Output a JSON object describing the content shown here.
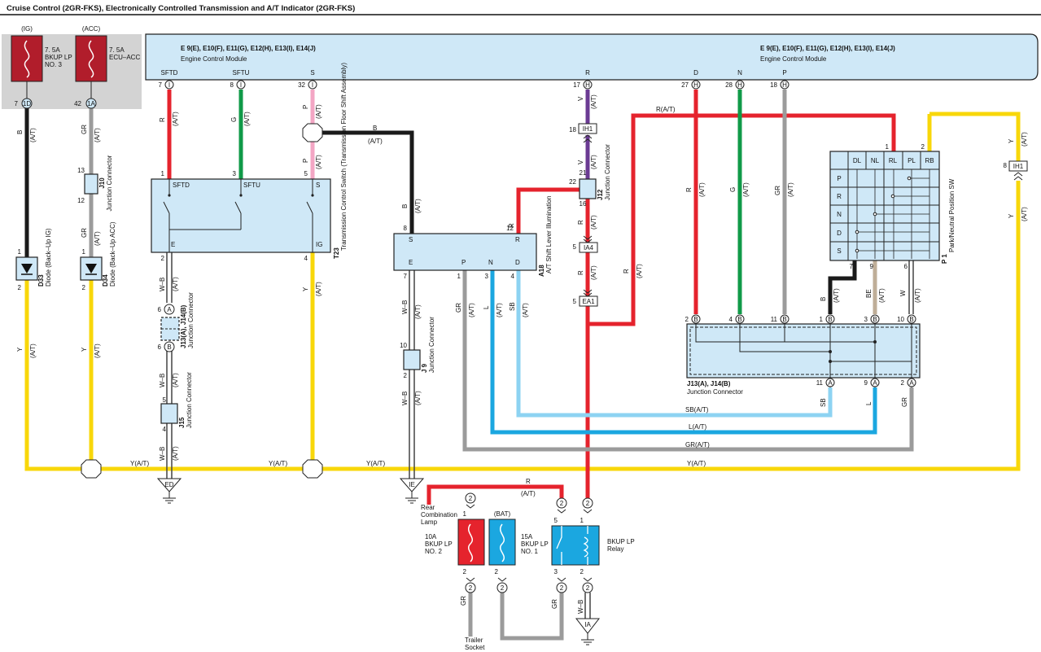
{
  "title": "Cruise Control (2GR-FKS), Electronically Controlled Transmission and A/T Indicator (2GR-FKS)",
  "colors": {
    "component_fill": "#cfe8f7",
    "fuse_red": "#b11d2b",
    "wire_black": "#1a1a1a",
    "wire_red": "#e5232d",
    "wire_green": "#109a48",
    "wire_pink": "#f3a6c4",
    "wire_yellow": "#f8d70a",
    "wire_gray": "#9b9b9b",
    "wire_violet": "#6b3b93",
    "wire_blue": "#1ba7e0",
    "wire_skyblue": "#8dd3f2",
    "wire_tan": "#bfae98"
  },
  "ecm": {
    "codes_left": "E 9(E), E10(F), E11(G), E12(H), E13(I), E14(J)",
    "name_left": "Engine Control Module",
    "codes_right": "E 9(E), E10(F), E11(G), E12(H), E13(I), E14(J)",
    "name_right": "Engine Control Module",
    "terminals": [
      {
        "name": "SFTD",
        "pin": "7",
        "conn": "I"
      },
      {
        "name": "SFTU",
        "pin": "8",
        "conn": "I"
      },
      {
        "name": "S",
        "pin": "32",
        "conn": "I"
      },
      {
        "name": "R",
        "pin": "17",
        "conn": "H"
      },
      {
        "name": "D",
        "pin": "27",
        "conn": "H"
      },
      {
        "name": "N",
        "pin": "28",
        "conn": "H"
      },
      {
        "name": "P",
        "pin": "18",
        "conn": "H"
      }
    ]
  },
  "fuses": {
    "ig": {
      "source": "(IG)",
      "line1": "7. 5A",
      "line2": "BKUP LP",
      "line3": "NO. 3",
      "pin": "7",
      "conn": "1D"
    },
    "acc": {
      "source": "(ACC)",
      "line1": "7. 5A",
      "line2": "ECU–ACC",
      "pin": "42",
      "conn": "1A"
    },
    "bkup2": {
      "line1": "10A",
      "line2": "BKUP LP",
      "line3": "NO. 2",
      "pin_top": "1",
      "pin_bot": "2"
    },
    "bkup1": {
      "source": "(BAT)",
      "line1": "15A",
      "line2": "BKUP LP",
      "line3": "NO. 1",
      "pin_bot": "2"
    }
  },
  "wire_labels": {
    "b": "B",
    "at": "(A/T)",
    "gr": "GR",
    "y": "Y",
    "r": "R",
    "g": "G",
    "p": "P",
    "v": "V",
    "wb": "W–B",
    "l": "L",
    "sb": "SB",
    "be": "BE",
    "w": "W",
    "d": "D",
    "n": "N",
    "r_at": "R(A/T)",
    "b_at": "(A/T)",
    "y_at": "Y(A/T)",
    "sb_at": "SB(A/T)",
    "l_at": "L(A/T)",
    "gr_at": "GR(A/T)"
  },
  "j10": {
    "id": "J10",
    "name": "Junction Connector",
    "pin_top": "13",
    "pin_bot": "12"
  },
  "d33": {
    "id": "D33",
    "name": "Diode (Back–Up IG)",
    "pin_top": "1",
    "pin_bot": "2"
  },
  "d34": {
    "id": "D34",
    "name": "Diode (Back–Up ACC)",
    "pin_top": "1",
    "pin_bot": "2"
  },
  "t23": {
    "id": "T23",
    "name": "Transmission Control Switch (Transmission Floor Shift Assembly)",
    "terms": [
      "SFTD",
      "SFTU",
      "S",
      "E",
      "IG"
    ],
    "pins": [
      "1",
      "3",
      "5",
      "2",
      "4"
    ]
  },
  "j13_small": {
    "id": "J13(A), J14(B)",
    "name": "Junction Connector",
    "pin_top": "6",
    "conn_top": "A",
    "pin_bot": "6",
    "conn_bot": "B"
  },
  "j15": {
    "id": "J15",
    "name": "Junction Connector",
    "pin_top": "5",
    "pin_bot": "4"
  },
  "a18": {
    "id": "A18",
    "name": "A/T Shift Lever Illumination",
    "terms": [
      "S",
      "R",
      "E",
      "P",
      "N",
      "D"
    ],
    "pins": [
      "8",
      "12",
      "7",
      "1",
      "3",
      "4"
    ]
  },
  "j9": {
    "id": "J 9",
    "name": "Junction Connector",
    "pin_top": "10",
    "pin_bot": "2"
  },
  "j12": {
    "id": "J12",
    "name": "Junction Connector",
    "pin_a": "21",
    "pin_b": "22",
    "pin_c": "16"
  },
  "inline": {
    "ih1a": {
      "label": "IH1",
      "pin": "18"
    },
    "ia4": {
      "label": "IA4",
      "pin": "5"
    },
    "ea1": {
      "label": "EA1",
      "pin": "5"
    },
    "ih1b": {
      "label": "IH1",
      "pin": "8"
    }
  },
  "p1": {
    "id": "P 1",
    "name": "Park/Neutral Position SW",
    "cols": [
      "DL",
      "NL",
      "RL",
      "PL",
      "RB"
    ],
    "rows": [
      "P",
      "R",
      "N",
      "D",
      "S"
    ],
    "pin_top1": "1",
    "pin_top2": "2",
    "pins_bottom": [
      "7",
      "9",
      "6"
    ]
  },
  "j13_big": {
    "id": "J13(A), J14(B)",
    "name": "Junction Connector",
    "top_pins": [
      {
        "pin": "2",
        "conn": "B"
      },
      {
        "pin": "4",
        "conn": "B"
      },
      {
        "pin": "11",
        "conn": "B"
      },
      {
        "pin": "1",
        "conn": "B"
      },
      {
        "pin": "3",
        "conn": "B"
      },
      {
        "pin": "10",
        "conn": "B"
      }
    ],
    "bot_pins": [
      {
        "pin": "11",
        "conn": "A"
      },
      {
        "pin": "9",
        "conn": "A"
      },
      {
        "pin": "2",
        "conn": "A"
      }
    ]
  },
  "grounds": {
    "ed": "ED",
    "ie": "IE",
    "ia": "IA"
  },
  "rear_lamp": {
    "line1": "Rear",
    "line2": "Combination",
    "line3": "Lamp",
    "pin": "2"
  },
  "trailer": {
    "line1": "Trailer",
    "line2": "Socket"
  },
  "relay": {
    "line1": "BKUP LP",
    "line2": "Relay",
    "pins": [
      "5",
      "1",
      "3",
      "2"
    ],
    "conn_top": "2",
    "conn_bot": "2"
  }
}
